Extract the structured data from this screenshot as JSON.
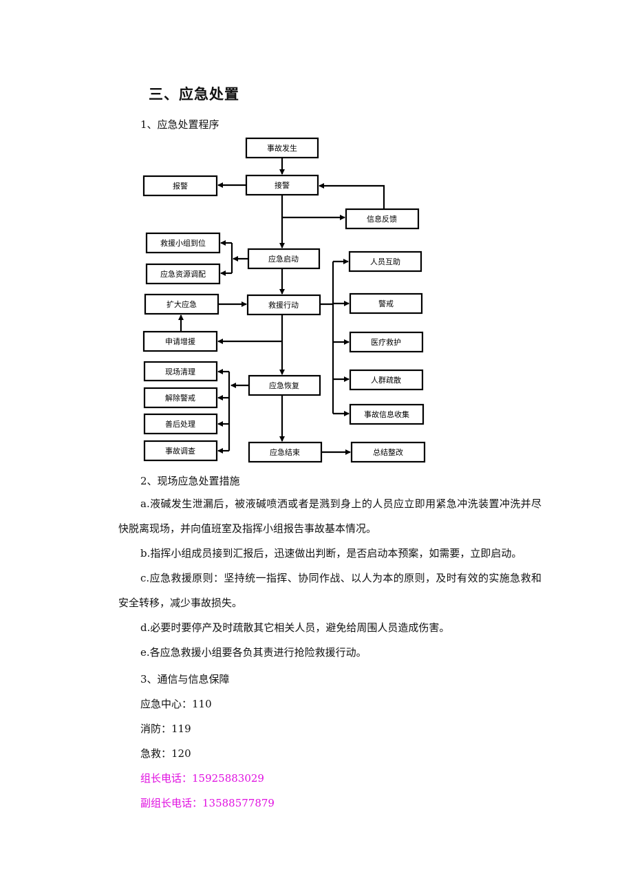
{
  "section_title": "三、应急处置",
  "sub1": "1、应急处置程序",
  "flow": {
    "accident": "事故发生",
    "receive_alarm": "接警",
    "report_police": "报警",
    "info_feedback": "信息反馈",
    "team_arrive": "救援小组到位",
    "resource_dispatch": "应急资源调配",
    "emergency_start": "应急启动",
    "personnel_help": "人员互助",
    "expand": "扩大应急",
    "rescue_action": "救援行动",
    "guard": "警戒",
    "request_reinforce": "申请增援",
    "medical": "医疗救护",
    "site_clean": "现场清理",
    "emergency_recover": "应急恢复",
    "crowd_evacuate": "人群疏散",
    "lift_guard": "解除警戒",
    "aftermath": "善后处理",
    "info_collect": "事故信息收集",
    "investigate": "事故调查",
    "emergency_end": "应急结束",
    "summary": "总结整改"
  },
  "sub2": "2、现场应急处置措施",
  "paragraphs": [
    "a.液碱发生泄漏后，被液碱喷洒或者是溅到身上的人员应立即用紧急冲洗装置冲洗并尽快脱离现场，并向值班室及指挥小组报告事故基本情况。",
    "b.指挥小组成员接到汇报后，迅速做出判断，是否启动本预案，如需要，立即启动。",
    "c.应急救援原则：坚持统一指挥、协同作战、以人为本的原则，及时有效的实施急救和安全转移，减少事故损失。",
    "d.必要时要停产及时疏散其它相关人员，避免给周围人员造成伤害。",
    "e.各应急救援小组要各负其责进行抢险救援行动。"
  ],
  "sub3": "3、通信与信息保障",
  "contacts": {
    "center": "应急中心：110",
    "fire": "消防：119",
    "ambulance": "急救：120",
    "leader": "组长电话：15925883029",
    "deputy": "副组长电话：13588577879"
  },
  "colors": {
    "highlight": "#e010e0"
  }
}
